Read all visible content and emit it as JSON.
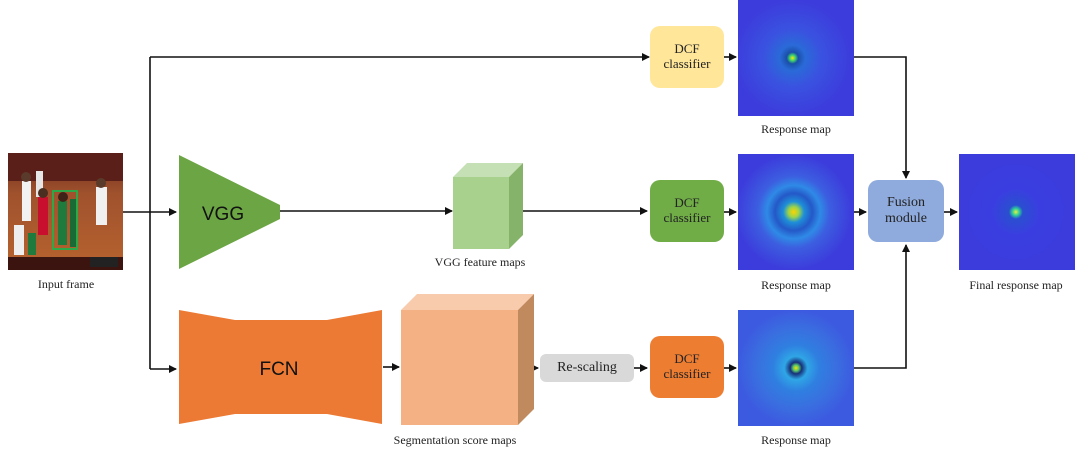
{
  "input": {
    "label": "Input frame"
  },
  "vgg": {
    "label": "VGG",
    "color": "#6ca544"
  },
  "fcn": {
    "label": "FCN",
    "color": "#ec7a34"
  },
  "vgg_features": {
    "label": "VGG feature maps",
    "color": "#a9d18e"
  },
  "seg_maps": {
    "label": "Segmentation score maps",
    "color": "#f4b183"
  },
  "rescaling": {
    "label": "Re-scaling",
    "color": "#d9d9d9"
  },
  "dcf_top": {
    "line1": "DCF",
    "line2": "classifier",
    "color": "#ffe699"
  },
  "dcf_mid": {
    "line1": "DCF",
    "line2": "classifier",
    "color": "#70ad47"
  },
  "dcf_bot": {
    "line1": "DCF",
    "line2": "classifier",
    "color": "#ed7d31"
  },
  "resp_top": {
    "label": "Response map"
  },
  "resp_mid": {
    "label": "Response map"
  },
  "resp_bot": {
    "label": "Response map"
  },
  "fusion": {
    "line1": "Fusion",
    "line2": "module",
    "color": "#8faadc"
  },
  "final": {
    "label": "Final response map"
  },
  "colors": {
    "arrow": "#111111",
    "map_bg": "#3c3cdc",
    "box_green": "#4a8a3a"
  }
}
